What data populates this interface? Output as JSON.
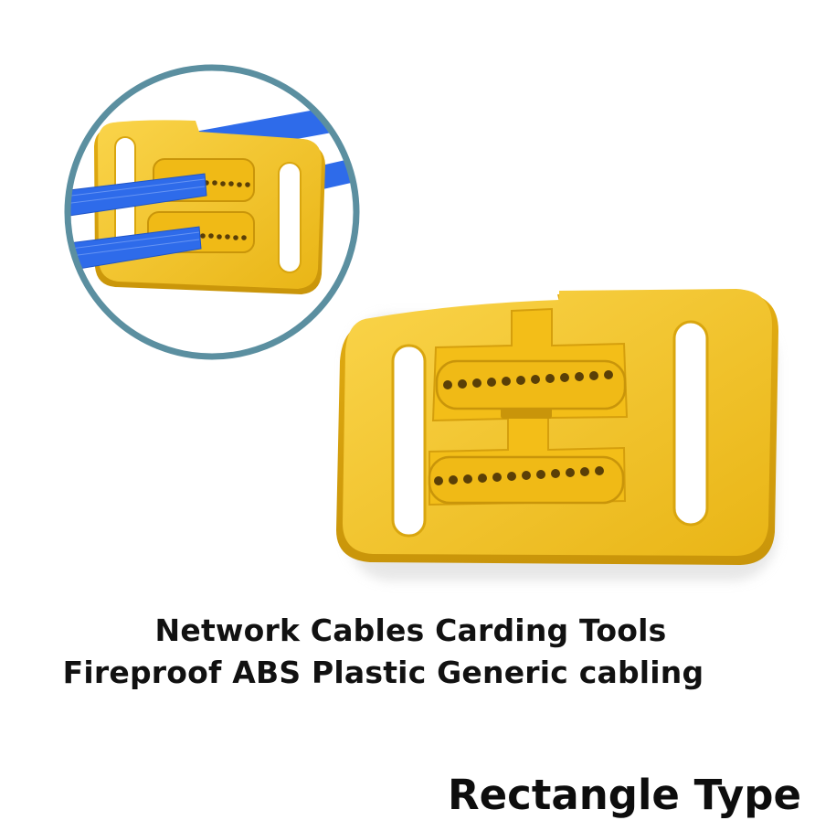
{
  "product": {
    "name_line1": "Network Cables Carding Tools",
    "name_line2": "Fireproof ABS Plastic Generic cabling",
    "type_label": "Rectangle Type"
  },
  "colors": {
    "tool_yellow": "#F7C51E",
    "tool_shadow": "#D9A60F",
    "cable_blue": "#2E6BEA",
    "circle_border": "#5B8FA0",
    "background": "#FFFFFF"
  }
}
